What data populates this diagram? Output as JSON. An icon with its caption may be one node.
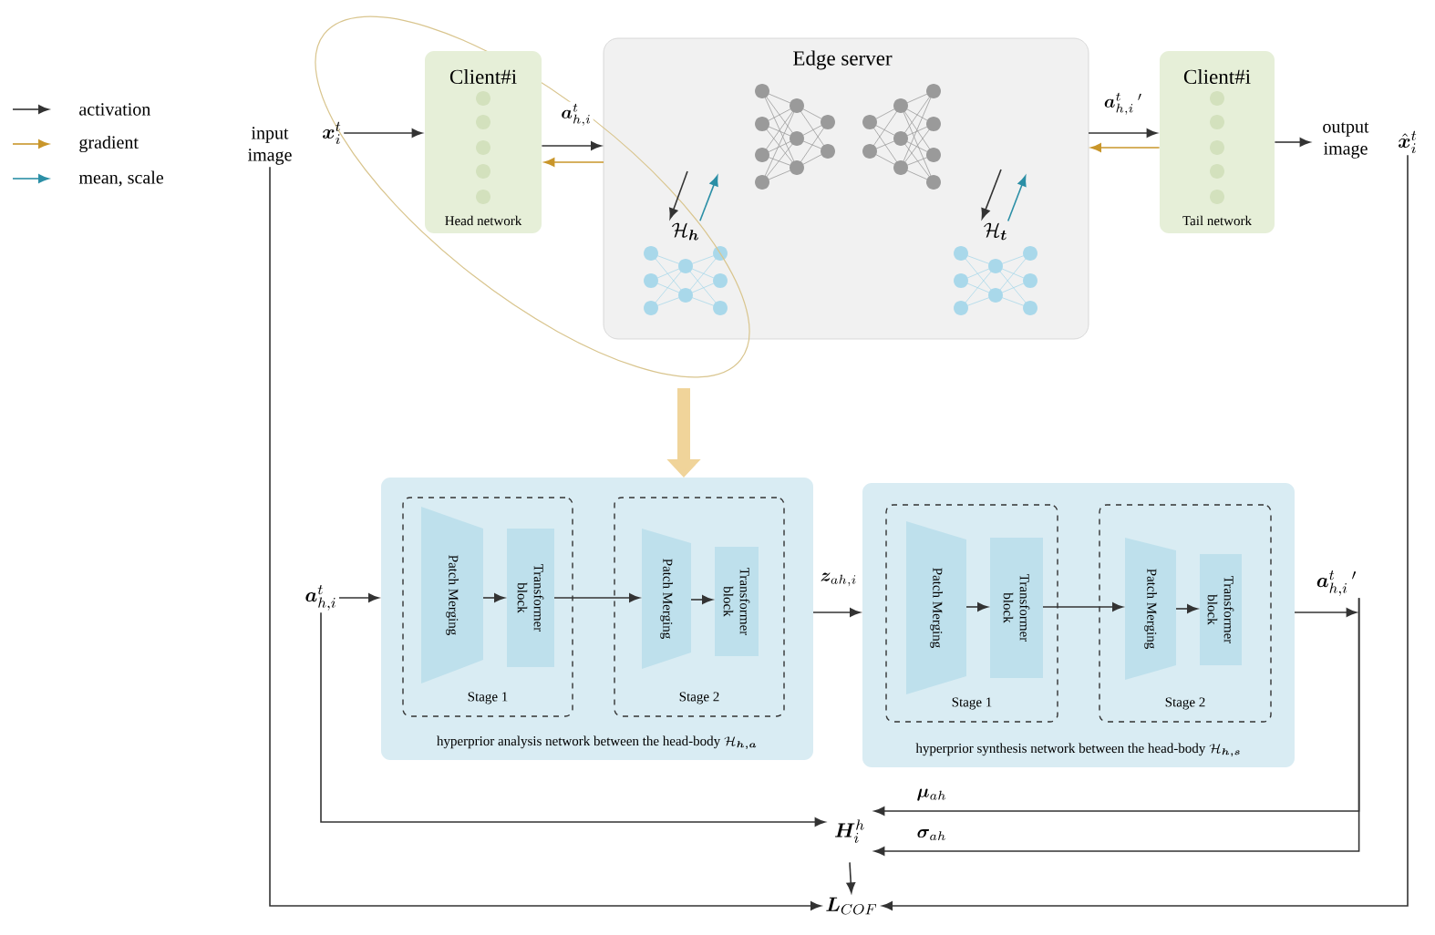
{
  "diagram": {
    "nodes": [
      {
        "text": [
          "input image"
        ]
      },
      {
        "text": [
          "\\boldsymbol{x}_{i}^{t}"
        ]
      },
      {
        "text": [
          "Client#i",
          "Head network"
        ],
        "in": 27
      },
      {
        "text": [
          "Edge server"
        ]
      },
      {
        "text": [
          "\\mathcal{H}_{\\boldsymbol{h}}"
        ]
      },
      {
        "text": [
          "\\mathcal{H}_{\\boldsymbol{t}}"
        ],
        "in": 3
      },
      {
        "text": [
          "Client#i",
          "Tail network"
        ]
      },
      {
        "text": [
          "output image"
        ]
      },
      {
        "text": [
          "\\hat{\\boldsymbol{x}}_{i}^{t}"
        ]
      },
      {
        "text": [
          "\\boldsymbol{a}_{h,i}^{t}"
        ]
      },
      {
        "text": [
          "hyperprior analysis network between the head-body",
          "\\mathcal{H}_{\\boldsymbol{h,a}}"
        ]
      },
      {
        "text": [
          "Stage 1"
        ],
        "in": 10
      },
      {
        "text": [
          "Patch Merging"
        ],
        "in": 11
      },
      {
        "text": [
          "Transformer block"
        ],
        "in": 11
      },
      {
        "text": [
          "Stage 2"
        ],
        "in": 10
      },
      {
        "text": [
          "Patch Merging"
        ],
        "in": 14
      },
      {
        "text": [
          "Transformer block"
        ],
        "in": 14
      },
      {
        "text": [
          "hyperprior synthesis network between the head-body",
          "\\mathcal{H}_{\\boldsymbol{h,s}}"
        ]
      },
      {
        "text": [
          "Stage 1"
        ],
        "in": 17
      },
      {
        "text": [
          "Patch Merging"
        ],
        "in": 18
      },
      {
        "text": [
          "Transformer block"
        ],
        "in": 18
      },
      {
        "text": [
          "Stage 2"
        ],
        "in": 17
      },
      {
        "text": [
          "Patch Merging"
        ],
        "in": 21
      },
      {
        "text": [
          "Transformer block"
        ],
        "in": 21
      },
      {
        "text": [
          "\\boldsymbol{a}_{h,i}^{t}\\,'"
        ]
      },
      {
        "text": [
          "\\boldsymbol{H}_{i}^{h}"
        ]
      },
      {
        "text": [
          "\\boldsymbol{L}_{COF}"
        ]
      },
      {
        "text": [],
        "shape": "ellipse"
      }
    ],
    "edges": [
      {
        "from": 1,
        "to": 2,
        "arrow": "to"
      },
      {
        "from": 2,
        "to": 3,
        "arrow": "to",
        "label": "\\boldsymbol{a}_{h,i}^{t}"
      },
      {
        "from": 3,
        "to": 2,
        "arrow": "to",
        "color": "#c9962a"
      },
      {
        "from": null,
        "to": 4,
        "arrow": "to"
      },
      {
        "from": 4,
        "to": null,
        "arrow": "to",
        "color": "#2b8fa6"
      },
      {
        "from": null,
        "to": 5,
        "arrow": "to"
      },
      {
        "from": 5,
        "to": null,
        "arrow": "to",
        "color": "#2b8fa6"
      },
      {
        "from": 3,
        "to": 6,
        "arrow": "to",
        "label": "\\boldsymbol{a}_{h,i}^{t}\\,'"
      },
      {
        "from": 6,
        "to": 3,
        "arrow": "to",
        "color": "#c9962a"
      },
      {
        "from": 6,
        "to": 7,
        "arrow": "to"
      },
      {
        "from": 27,
        "to": 10,
        "arrow": "to",
        "style": "thick",
        "color": "#f0d49a"
      },
      {
        "from": 9,
        "to": 10,
        "arrow": "to"
      },
      {
        "from": 12,
        "to": 13,
        "arrow": "to"
      },
      {
        "from": 13,
        "to": 15,
        "arrow": "to"
      },
      {
        "from": 15,
        "to": 16,
        "arrow": "to"
      },
      {
        "from": 10,
        "to": 17,
        "arrow": "to",
        "label": "\\boldsymbol{z}_{ah,i}"
      },
      {
        "from": 19,
        "to": 20,
        "arrow": "to"
      },
      {
        "from": 20,
        "to": 22,
        "arrow": "to"
      },
      {
        "from": 22,
        "to": 23,
        "arrow": "to"
      },
      {
        "from": 17,
        "to": 24,
        "arrow": "to"
      },
      {
        "from": 24,
        "to": 25,
        "arrow": "to",
        "label": "\\boldsymbol{\\mu}_{ah}"
      },
      {
        "from": 24,
        "to": 25,
        "arrow": "to",
        "label": "\\boldsymbol{\\sigma}_{ah}"
      },
      {
        "from": 9,
        "to": 25,
        "arrow": "to"
      },
      {
        "from": 25,
        "to": 26,
        "arrow": "to"
      },
      {
        "from": 0,
        "to": 26,
        "arrow": "to"
      },
      {
        "from": 8,
        "to": 26,
        "arrow": "to"
      }
    ],
    "legend": [
      {
        "text": "activation"
      },
      {
        "text": "gradient"
      },
      {
        "text": "mean, scale"
      }
    ]
  }
}
